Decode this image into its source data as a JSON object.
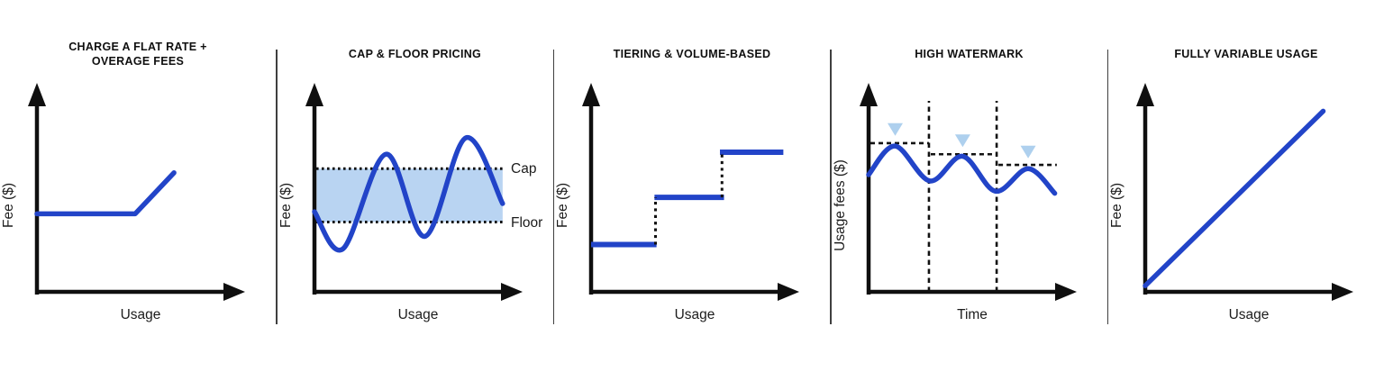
{
  "colors": {
    "line": "#2244c8",
    "band": "#b9d4f2",
    "marker": "#aed0ee",
    "ink": "#111111",
    "axis": "#0f0f0f",
    "divider": "#3f3f3f",
    "title": "#0f0f0f",
    "label": "#1c1c1c",
    "bg": "#ffffff"
  },
  "chart_data": [
    {
      "type": "line",
      "title": "CHARGE A FLAT RATE + OVERAGE FEES",
      "xlabel": "Usage",
      "ylabel": "Fee ($)",
      "coords": "normalized 0-100, no numeric ticks shown",
      "series": [
        {
          "name": "fee",
          "smooth": false,
          "points": [
            [
              0,
              38
            ],
            [
              48,
              38
            ],
            [
              67,
              58
            ]
          ]
        }
      ]
    },
    {
      "type": "line",
      "title": "CAP & FLOOR PRICING",
      "xlabel": "Usage",
      "ylabel": "Fee ($)",
      "coords": "normalized 0-100, no numeric ticks shown",
      "band": {
        "x_start": 0,
        "x_end": 92,
        "y_low": 34,
        "y_high": 60,
        "low_label": "Floor",
        "high_label": "Cap"
      },
      "series": [
        {
          "name": "fee",
          "smooth": true,
          "points": [
            [
              0,
              39
            ],
            [
              14,
              21
            ],
            [
              35,
              67
            ],
            [
              54,
              27
            ],
            [
              74,
              75
            ],
            [
              92,
              43
            ]
          ]
        }
      ]
    },
    {
      "type": "line",
      "title": "TIERING & VOLUME-BASED",
      "xlabel": "Usage",
      "ylabel": "Fee ($)",
      "coords": "normalized 0-100, no numeric ticks shown",
      "steps": [
        {
          "y": 23,
          "x_start": 0,
          "x_end": 32
        },
        {
          "y": 46,
          "x_start": 31,
          "x_end": 65
        },
        {
          "y": 68,
          "x_start": 63,
          "x_end": 94
        }
      ]
    },
    {
      "type": "line",
      "title": "HIGH WATERMARK",
      "xlabel": "Time",
      "ylabel": "Usage fees ($)",
      "coords": "normalized 0-100, no numeric ticks shown",
      "series": [
        {
          "name": "usage fees",
          "smooth": true,
          "points": [
            [
              0,
              57
            ],
            [
              13,
              71
            ],
            [
              30,
              54
            ],
            [
              46,
              66
            ],
            [
              62,
              49
            ],
            [
              78,
              60
            ],
            [
              91,
              48
            ]
          ]
        }
      ],
      "period_dividers_x": [
        29.5,
        62.6
      ],
      "period_divider_top": 93,
      "watermarks": [
        {
          "y": 72.4,
          "x_start": 0,
          "x_end": 29.5
        },
        {
          "y": 67.0,
          "x_start": 29.5,
          "x_end": 62.6
        },
        {
          "y": 61.8,
          "x_start": 62.6,
          "x_end": 92
        }
      ],
      "peak_markers": [
        [
          13,
          76
        ],
        [
          46,
          70.5
        ],
        [
          78,
          65
        ]
      ]
    },
    {
      "type": "line",
      "title": "FULLY VARIABLE USAGE",
      "xlabel": "Usage",
      "ylabel": "Fee ($)",
      "coords": "normalized 0-100, no numeric ticks shown",
      "series": [
        {
          "name": "fee",
          "smooth": false,
          "points": [
            [
              0,
              3
            ],
            [
              87,
              88
            ]
          ]
        }
      ]
    }
  ]
}
